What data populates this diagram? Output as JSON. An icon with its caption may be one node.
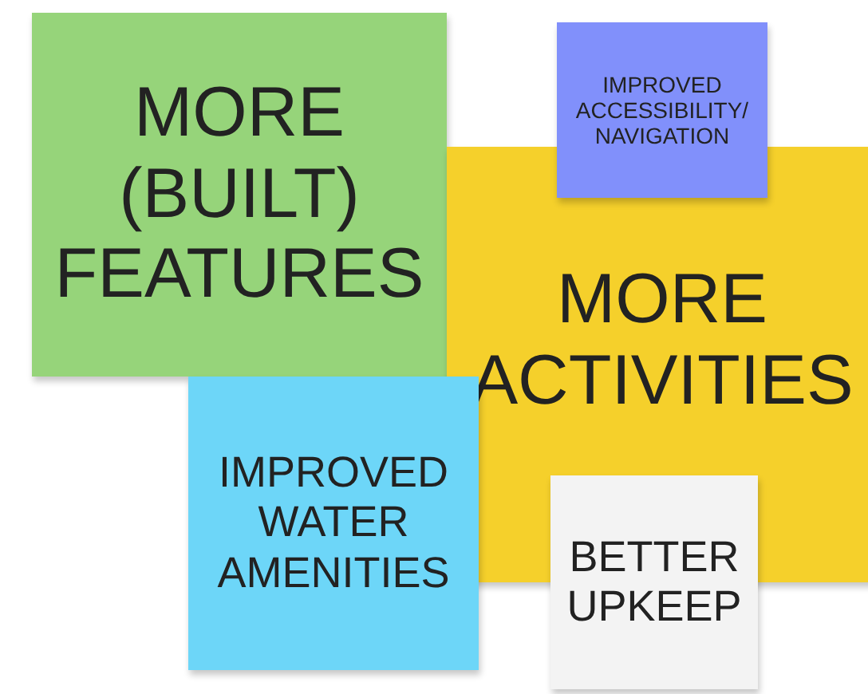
{
  "diagram": {
    "nodes": [
      {
        "text": [
          "MORE (BUILT) FEATURES"
        ]
      },
      {
        "text": [
          "IMPROVED ACCESSIBILITY/ NAVIGATION"
        ]
      },
      {
        "text": [
          "MORE ACTIVITIES"
        ]
      },
      {
        "text": [
          "IMPROVED WATER AMENITIES"
        ]
      },
      {
        "text": [
          "BETTER UPKEEP"
        ]
      }
    ]
  }
}
